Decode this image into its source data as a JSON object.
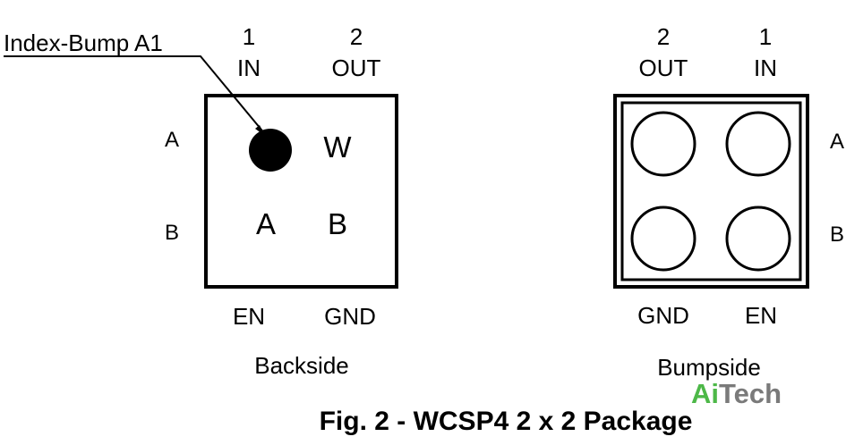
{
  "annotation": {
    "index_label": "Index-Bump A1"
  },
  "backside": {
    "columns": [
      {
        "num": "1",
        "name": "IN"
      },
      {
        "num": "2",
        "name": "OUT"
      }
    ],
    "rows": [
      "A",
      "B"
    ],
    "marking": {
      "a2": "W",
      "b1": "A",
      "b2": "B"
    },
    "bottom_labels": [
      "EN",
      "GND"
    ],
    "caption": "Backside"
  },
  "bumpside": {
    "columns": [
      {
        "num": "2",
        "name": "OUT"
      },
      {
        "num": "1",
        "name": "IN"
      }
    ],
    "rows": [
      "A",
      "B"
    ],
    "bottom_labels": [
      "GND",
      "EN"
    ],
    "caption": "Bumpside"
  },
  "watermark": {
    "part1": "Ai",
    "part2": "Tech",
    "color1": "#4db848",
    "color2": "#7a7a7a"
  },
  "figure_caption": "Fig. 2 - WCSP4 2 x 2 Package"
}
